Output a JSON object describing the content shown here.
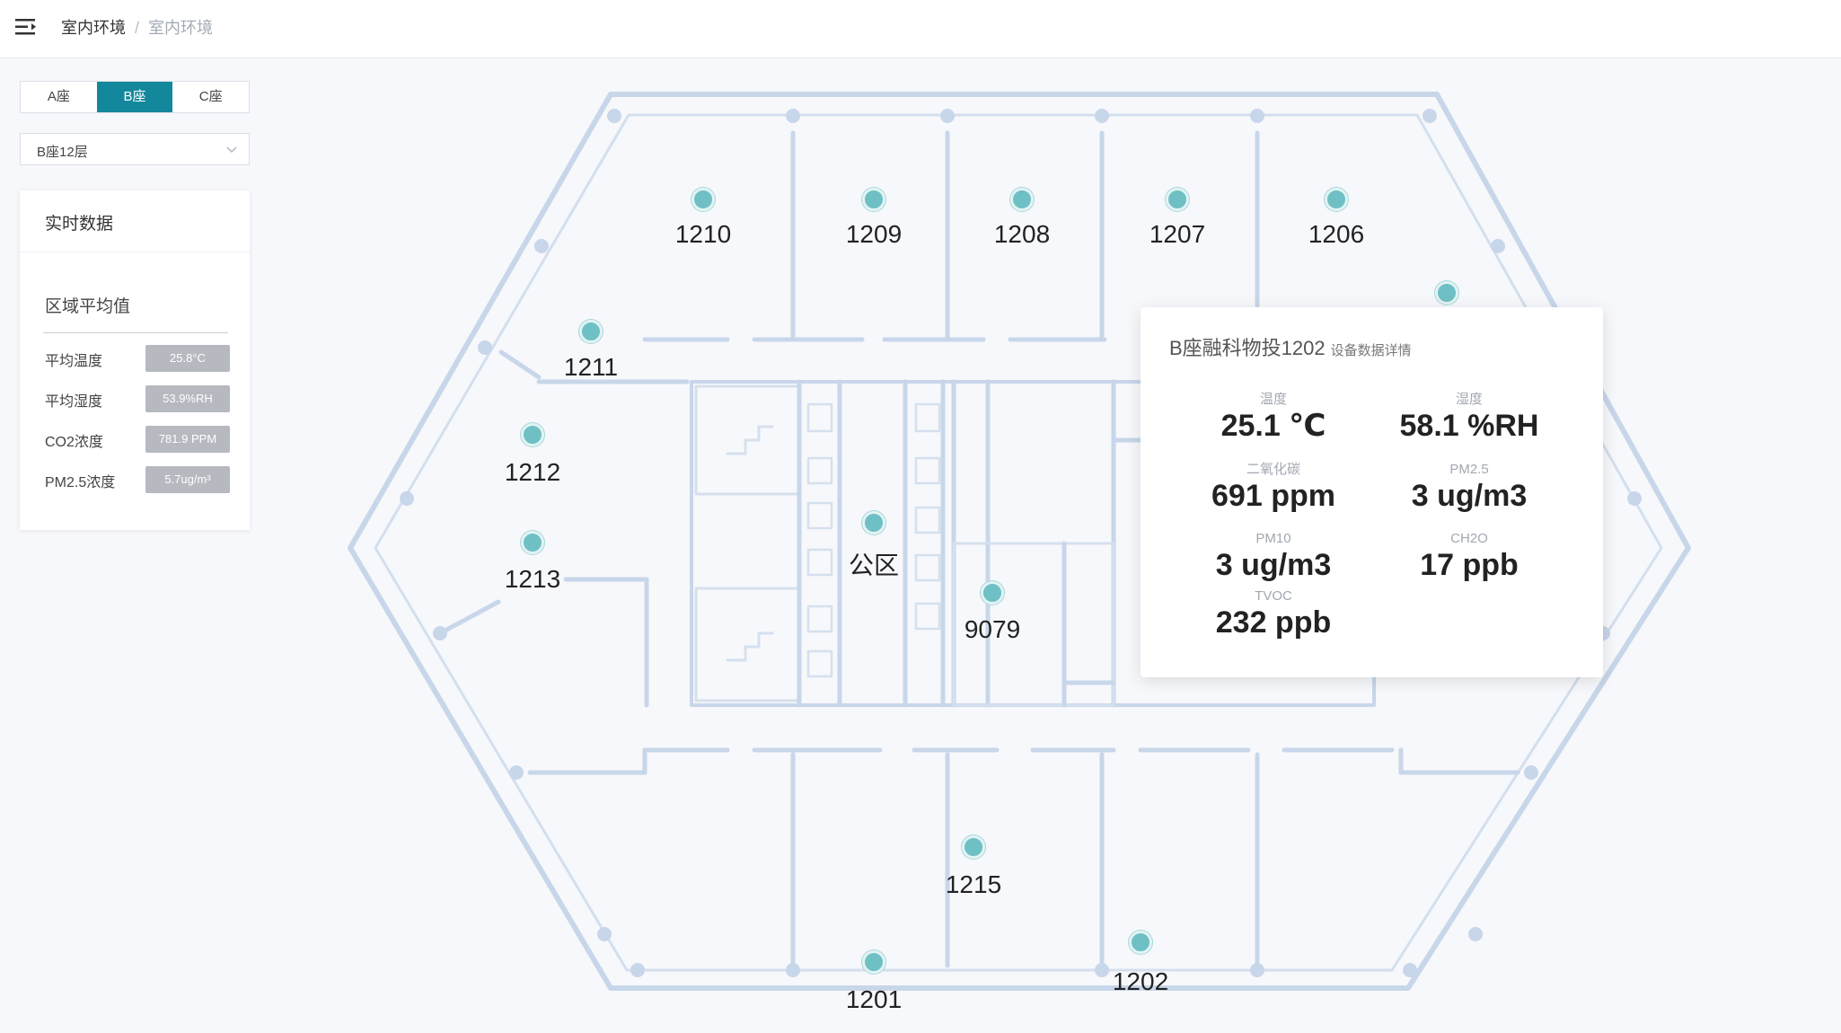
{
  "header": {
    "breadcrumb": [
      "室内环境",
      "室内环境"
    ],
    "breadcrumb_sep": "/",
    "menu_icon": "menu-fold-icon"
  },
  "building_tabs": {
    "items": [
      "A座",
      "B座",
      "C座"
    ],
    "active_index": 1,
    "active_color": "#13889c"
  },
  "floor_select": {
    "value": "B座12层",
    "icon": "chevron-down-icon"
  },
  "realtime_card": {
    "title": "实时数据",
    "section_title": "区域平均值",
    "stats": [
      {
        "label": "平均温度",
        "value": "25.8°C"
      },
      {
        "label": "平均湿度",
        "value": "53.9%RH"
      },
      {
        "label": "CO2浓度",
        "value": "781.9 PPM"
      },
      {
        "label": "PM2.5浓度",
        "value": "5.7ug/m³"
      }
    ]
  },
  "floor_plan": {
    "sensor_color": "#6fc0c4",
    "rooms": [
      "1210",
      "1209",
      "1208",
      "1207",
      "1206",
      "1211",
      "1212",
      "1213",
      "公区",
      "9079",
      "1215",
      "1201",
      "1202"
    ]
  },
  "device_popup": {
    "title": "B座融科物投1202",
    "subtitle": "设备数据详情",
    "metrics": [
      {
        "label": "温度",
        "value": "25.1 ℃"
      },
      {
        "label": "湿度",
        "value": "58.1 %RH"
      },
      {
        "label": "二氧化碳",
        "value": "691 ppm"
      },
      {
        "label": "PM2.5",
        "value": "3 ug/m3"
      },
      {
        "label": "PM10",
        "value": "3 ug/m3"
      },
      {
        "label": "CH2O",
        "value": "17 ppb"
      },
      {
        "label": "TVOC",
        "value": "232 ppb"
      }
    ]
  }
}
